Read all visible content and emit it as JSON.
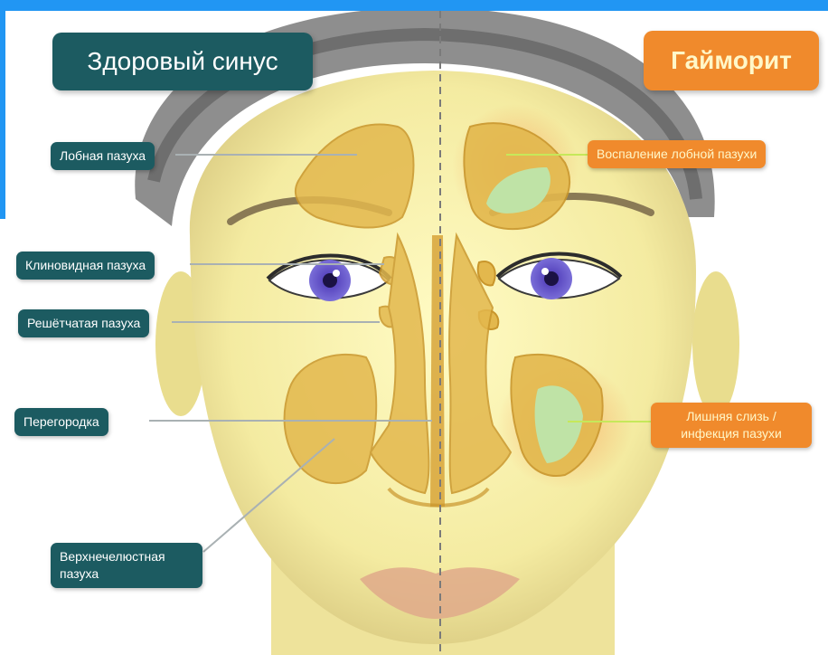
{
  "titles": {
    "healthy": "Здоровый синус",
    "sinusitis": "Гайморит"
  },
  "labels_left": {
    "frontal": "Лобная пазуха",
    "sphenoid": "Клиновидная пазуха",
    "ethmoid": "Решётчатая пазуха",
    "septum": "Перегородка",
    "maxillary": "Верхнечелюстная пазуха"
  },
  "labels_right": {
    "frontal_inflammation": "Воспаление лобной пазухи",
    "excess_mucus": "Лишняя слизь / инфекция пазухи"
  },
  "colors": {
    "frame": "#2196f3",
    "label_teal": "#1c5b61",
    "label_orange": "#f08a2c",
    "sinus_gold": "#e3b84d",
    "mucus_green": "#bfe3a6",
    "iris": "#6b58c7"
  }
}
